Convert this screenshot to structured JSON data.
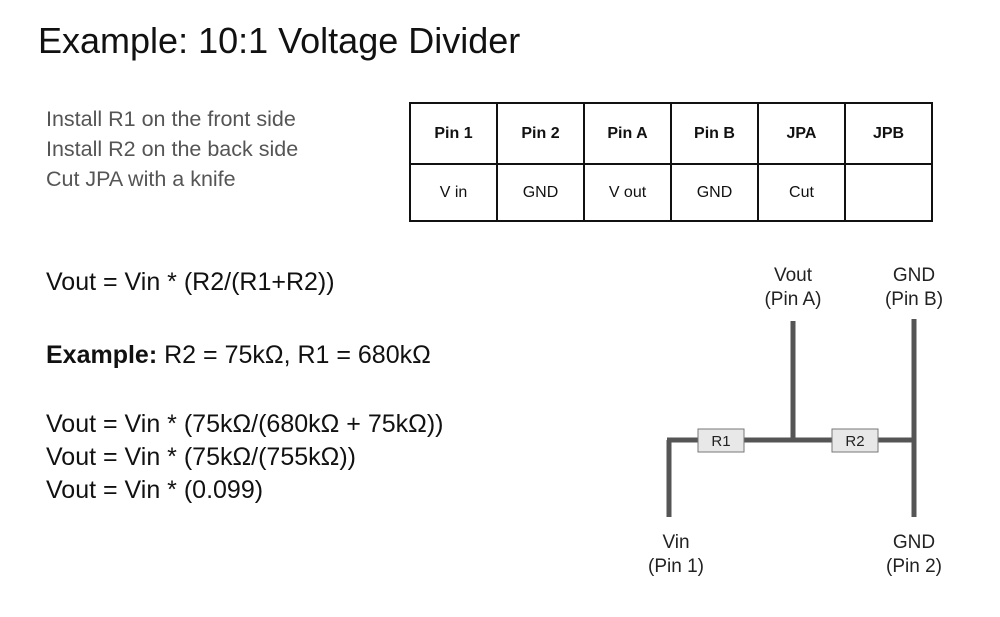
{
  "title": "Example: 10:1 Voltage Divider",
  "instructions": [
    "Install R1 on the front side",
    "Install R2 on the back side",
    "Cut JPA with a knife"
  ],
  "pin_table": {
    "headers": [
      "Pin 1",
      "Pin 2",
      "Pin A",
      "Pin B",
      "JPA",
      "JPB"
    ],
    "values": [
      "V in",
      "GND",
      "V out",
      "GND",
      "Cut",
      ""
    ]
  },
  "formula": "Vout = Vin * (R2/(R1+R2))",
  "example": {
    "label": "Example:",
    "text": " R2 = 75kΩ, R1 = 680kΩ"
  },
  "calculation": [
    "Vout = Vin * (75kΩ/(680kΩ + 75kΩ))",
    "Vout = Vin * (75kΩ/(755kΩ))",
    "Vout = Vin * (0.099)"
  ],
  "circuit": {
    "resistors": [
      "R1",
      "R2"
    ],
    "labels": {
      "vout": [
        "Vout",
        "(Pin A)"
      ],
      "gnd_top": [
        "GND",
        "(Pin B)"
      ],
      "vin": [
        "Vin",
        "(Pin 1)"
      ],
      "gnd_bottom": [
        "GND",
        "(Pin 2)"
      ]
    },
    "colors": {
      "wire": "#555555",
      "resistor_fill": "#e8e8e8",
      "resistor_border": "#777777"
    }
  }
}
